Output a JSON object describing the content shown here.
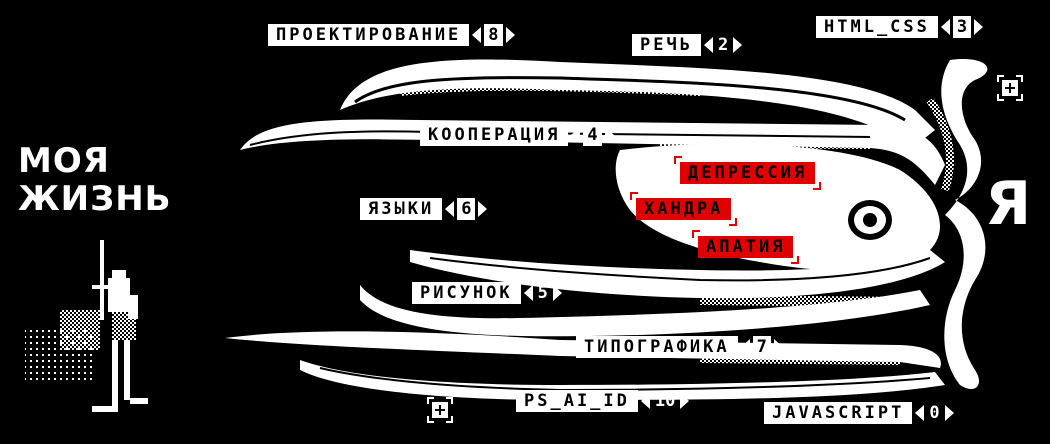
{
  "title": {
    "line1": "МОЯ",
    "line2": "ЖИЗНЬ"
  },
  "ya_label": "Я",
  "skills": [
    {
      "name": "ПРОЕКТИРОВАНИЕ",
      "value": "8"
    },
    {
      "name": "РЕЧЬ",
      "value": "2"
    },
    {
      "name": "HTML_CSS",
      "value": "3"
    },
    {
      "name": "КООПЕРАЦИЯ",
      "value": "4"
    },
    {
      "name": "ЯЗЫКИ",
      "value": "6"
    },
    {
      "name": "РИСУНОК",
      "value": "5"
    },
    {
      "name": "ТИПОГРАФИКА",
      "value": "7"
    },
    {
      "name": "PS_AI_ID",
      "value": "10"
    },
    {
      "name": "JAVASCRIPT",
      "value": "0"
    }
  ],
  "moods": [
    "ДЕПРЕССИЯ",
    "ХАНДРА",
    "АПАТИЯ"
  ],
  "colors": {
    "accent": "#e00000",
    "fg": "#ffffff",
    "bg": "#000000"
  }
}
